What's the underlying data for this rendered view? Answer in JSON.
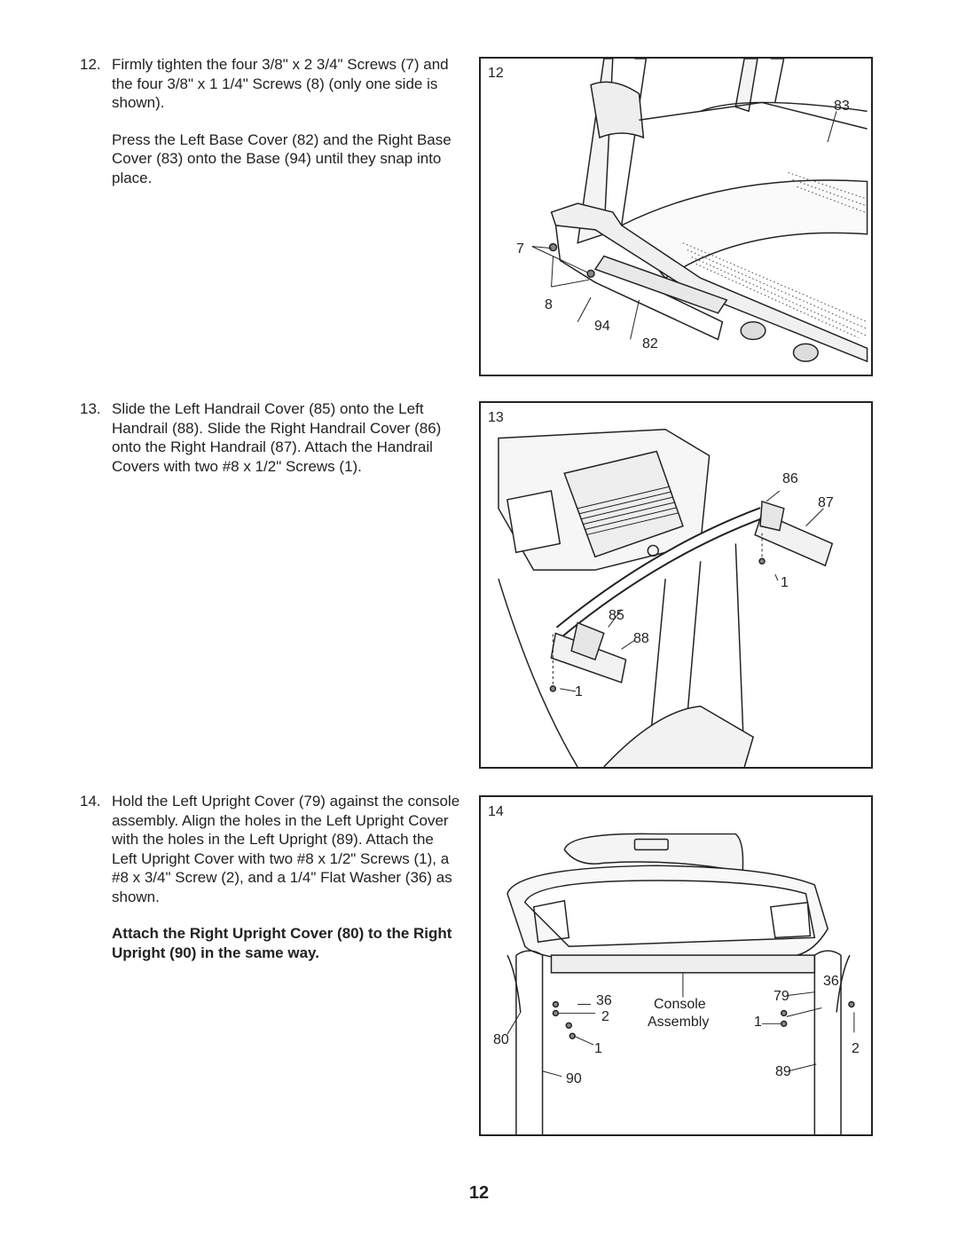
{
  "steps": [
    {
      "number": "12.",
      "paragraphs": [
        "Firmly tighten the four 3/8\" x 2 3/4\" Screws (7) and the four 3/8\" x 1 1/4\" Screws (8) (only one side is shown).",
        "Press the Left Base Cover (82) and the Right Base Cover (83) onto the Base (94) until they snap into place."
      ]
    },
    {
      "number": "13.",
      "paragraphs": [
        "Slide the Left Handrail Cover (85) onto the Left Handrail (88). Slide the Right Handrail Cover (86) onto the Right Handrail (87). Attach the Handrail Covers with two #8 x 1/2\" Screws (1)."
      ]
    },
    {
      "number": "14.",
      "paragraphs": [
        "Hold the Left Upright Cover (79) against the console assembly. Align the holes in the Left Upright Cover with the holes in the Left Upright (89). Attach the Left Upright Cover with two #8 x 1/2\" Screws (1), a #8 x 3/4\" Screw (2), and a 1/4\" Flat Washer (36) as shown."
      ],
      "bold_note": "Attach the Right Upright Cover (80) to the Right Upright (90) in the same way."
    }
  ],
  "figures": [
    {
      "number": "12",
      "callouts": [
        "83",
        "7",
        "8",
        "94",
        "82"
      ]
    },
    {
      "number": "13",
      "callouts": [
        "86",
        "87",
        "1",
        "85",
        "88",
        "1"
      ]
    },
    {
      "number": "14",
      "callouts": [
        "36",
        "79",
        "36",
        "Console",
        "Assembly",
        "2",
        "1",
        "80",
        "1",
        "2",
        "90",
        "89"
      ]
    }
  ],
  "page_number": "12"
}
